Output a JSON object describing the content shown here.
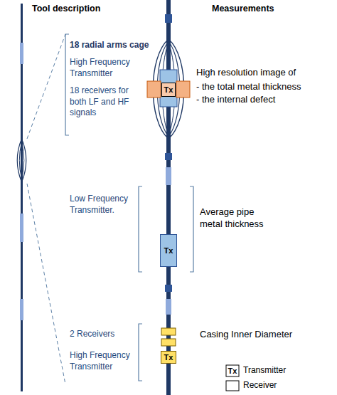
{
  "diagram": {
    "nodes": [
      {
        "text": [
          "Tx"
        ]
      },
      {
        "text": [
          "Tx"
        ]
      },
      {
        "text": [
          "Tx"
        ]
      }
    ],
    "labels": [
      "Tool description",
      "Measurements",
      "18 radial arms cage",
      "High Frequency Transmitter",
      "18 receivers for both LF and HF signals",
      "High resolution image of",
      "- the total metal thickness",
      "- the internal defect",
      "Low Frequency Transmitter.",
      "Average pipe metal thickness",
      "2 Receivers",
      "High Frequency Transmitter",
      "Casing Inner Diameter",
      "Tx"
    ],
    "legend": [
      {
        "text": "Transmitter"
      },
      {
        "text": "Receiver"
      }
    ]
  }
}
